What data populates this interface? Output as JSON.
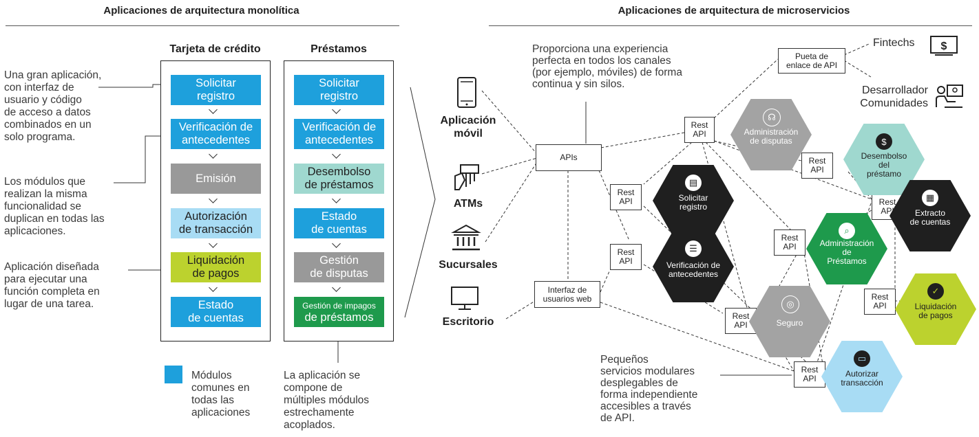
{
  "left": {
    "header": "Aplicaciones de arquitectura monolítica",
    "notes": [
      [
        "Una gran aplicación,",
        "con interfaz de",
        "usuario y código",
        "de acceso a datos",
        "combinados en un",
        "solo programa."
      ],
      [
        "Los módulos que",
        "realizan la misma",
        "funcionalidad se",
        "duplican en todas las",
        "aplicaciones."
      ],
      [
        "Aplicación diseñada",
        "para ejecutar una",
        "función completa en",
        "lugar de una tarea."
      ]
    ],
    "col1": {
      "title": "Tarjeta de crédito",
      "modules": [
        {
          "l1": "Solicitar",
          "l2": "registro",
          "color": "#1ea0dc",
          "fg": "#ffffff"
        },
        {
          "l1": "Verificación de",
          "l2": "antecedentes",
          "color": "#1ea0dc",
          "fg": "#ffffff"
        },
        {
          "l1": "Emisión",
          "l2": "",
          "color": "#999999",
          "fg": "#ffffff"
        },
        {
          "l1": "Autorización",
          "l2": "de transacción",
          "color": "#a8dcf4",
          "fg": "#1f1f1f"
        },
        {
          "l1": "Liquidación",
          "l2": "de pagos",
          "color": "#bcd22e",
          "fg": "#1f1f1f"
        },
        {
          "l1": "Estado",
          "l2": "de cuentas",
          "color": "#1ea0dc",
          "fg": "#ffffff"
        }
      ]
    },
    "col2": {
      "title": "Préstamos",
      "modules": [
        {
          "l1": "Solicitar",
          "l2": "registro",
          "color": "#1ea0dc",
          "fg": "#ffffff"
        },
        {
          "l1": "Verificación de",
          "l2": "antecedentes",
          "color": "#1ea0dc",
          "fg": "#ffffff"
        },
        {
          "l1": "Desembolso",
          "l2": "de préstamos",
          "color": "#9fd8cf",
          "fg": "#1f1f1f"
        },
        {
          "l1": "Estado",
          "l2": "de cuentas",
          "color": "#1ea0dc",
          "fg": "#ffffff"
        },
        {
          "l1": "Gestión",
          "l2": "de disputas",
          "color": "#999999",
          "fg": "#ffffff"
        },
        {
          "l1": "Gestión de impagos",
          "l2": "de préstamos",
          "color": "#1e9a4c",
          "fg": "#ffffff"
        }
      ]
    },
    "legend": {
      "color": "#1ea0dc",
      "lines": [
        "Módulos",
        "comunes en",
        "todas las",
        "aplicaciones"
      ]
    },
    "bottom_note": [
      "La aplicación se",
      "compone de",
      "múltiples módulos",
      "estrechamente",
      "acoplados."
    ]
  },
  "right": {
    "header": "Aplicaciones de arquitectura de microservicios",
    "channels": [
      {
        "l1": "Aplicación",
        "l2": "móvil",
        "icon": "smartphone-icon"
      },
      {
        "l1": "ATMs",
        "l2": "",
        "icon": "atm-icon"
      },
      {
        "l1": "Sucursales",
        "l2": "",
        "icon": "bank-icon"
      },
      {
        "l1": "Escritorio",
        "l2": "",
        "icon": "desktop-icon"
      }
    ],
    "top_note": [
      "Proporciona una experiencia",
      "perfecta en todos los canales",
      "(por ejemplo, móviles) de forma",
      "continua y sin silos."
    ],
    "apis_label": "APIs",
    "web_label": [
      "Interfaz de",
      "usuarios web"
    ],
    "gateway_label": [
      "Pueta de",
      "enlace de API"
    ],
    "fintechs": "Fintechs",
    "dev": [
      "Desarrollador",
      "Comunidades"
    ],
    "rest": [
      "Rest",
      "API"
    ],
    "services": [
      {
        "l1": "Administración",
        "l2": "de disputas",
        "l3": "",
        "color": "#a3a3a3",
        "fg": "#ffffff",
        "icon": "headset-icon",
        "glyph": "☊"
      },
      {
        "l1": "Desembolso",
        "l2": "del",
        "l3": "préstamo",
        "color": "#9fd8cf",
        "fg": "#1f1f1f",
        "icon": "money-bag-icon",
        "glyph": "$"
      },
      {
        "l1": "Solicitar",
        "l2": "registro",
        "l3": "",
        "color": "#1f1f1f",
        "fg": "#ffffff",
        "icon": "form-icon",
        "glyph": "▤"
      },
      {
        "l1": "Extracto",
        "l2": "de cuentas",
        "l3": "",
        "color": "#1f1f1f",
        "fg": "#ffffff",
        "icon": "document-icon",
        "glyph": "▦"
      },
      {
        "l1": "Administración",
        "l2": "de",
        "l3": "Préstamos",
        "color": "#1e9a4c",
        "fg": "#ffffff",
        "icon": "search-icon",
        "glyph": "⌕"
      },
      {
        "l1": "Verificación de",
        "l2": "antecedentes",
        "l3": "",
        "color": "#1f1f1f",
        "fg": "#ffffff",
        "icon": "checklist-icon",
        "glyph": "☰"
      },
      {
        "l1": "Liquidación",
        "l2": "de pagos",
        "l3": "",
        "color": "#bcd22e",
        "fg": "#1f1f1f",
        "icon": "check-icon",
        "glyph": "✓"
      },
      {
        "l1": "Seguro",
        "l2": "",
        "l3": "",
        "color": "#a3a3a3",
        "fg": "#ffffff",
        "icon": "lifebuoy-icon",
        "glyph": "◎"
      },
      {
        "l1": "Autorizar",
        "l2": "transacción",
        "l3": "",
        "color": "#a8dcf4",
        "fg": "#1f1f1f",
        "icon": "card-icon",
        "glyph": "▭"
      }
    ],
    "bottom_note": [
      "Pequeños",
      "servicios modulares",
      "desplegables de",
      "forma independiente",
      "accesibles a través",
      "de API."
    ]
  }
}
